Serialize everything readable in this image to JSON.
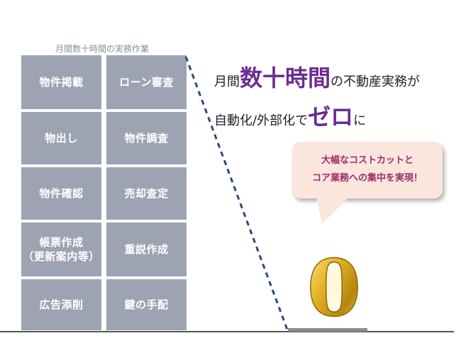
{
  "caption": "月間数十時間の実務作業",
  "tasks": {
    "col1": [
      "物件掲載",
      "物出し",
      "物件確認",
      "帳票作成\n（更新案内等）",
      "広告添削"
    ],
    "col2": [
      "ローン審査",
      "物件調査",
      "売却査定",
      "重説作成",
      "鍵の手配"
    ]
  },
  "headline": {
    "line1_pre": "月間",
    "line1_highlight": "数十時間",
    "line1_post": "の不動産実務が",
    "line2_pre": "自動化/外部化で",
    "line2_highlight": "ゼロ",
    "line2_post": "に"
  },
  "bubble": {
    "line1": "大幅なコストカットと",
    "line2": "コア業務への集中を実現！"
  },
  "zero_figure": "0",
  "colors": {
    "task_block": "#9ea3b3",
    "highlight": "#6a2c91",
    "bubble_bg": "#fbe6de",
    "bubble_text": "#9c2e6b",
    "dash_line": "#2c4a7a",
    "gold": "#d9a520"
  }
}
